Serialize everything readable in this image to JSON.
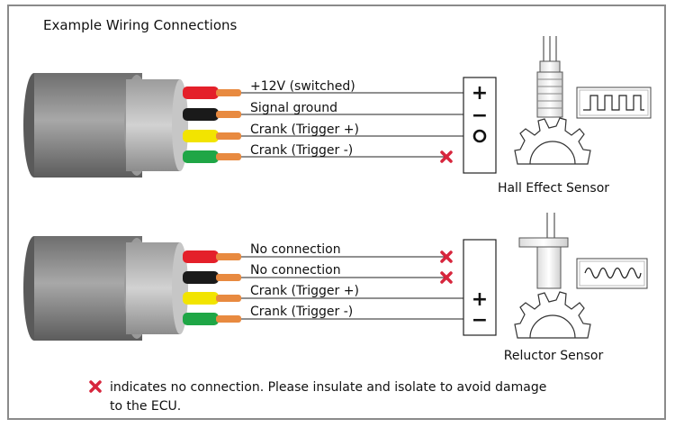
{
  "title": "Example Wiring Connections",
  "hall": {
    "wire_labels": [
      "+12V (switched)",
      "Signal ground",
      "Crank (Trigger +)",
      "Crank (Trigger -)"
    ],
    "terminals": [
      "+",
      "−",
      "O"
    ],
    "sensor_label": "Hall Effect Sensor"
  },
  "reluctor": {
    "wire_labels": [
      "No connection",
      "No connection",
      "Crank (Trigger +)",
      "Crank (Trigger -)"
    ],
    "terminals": [
      "+",
      "−"
    ],
    "sensor_label": "Reluctor Sensor"
  },
  "footnote": {
    "line1": "indicates no connection. Please insulate and isolate to avoid damage",
    "line2": "to the ECU."
  },
  "colors": {
    "wire_red": "#e4202a",
    "wire_black": "#1a1a1a",
    "wire_yellow": "#f2e400",
    "wire_green": "#1fa646",
    "copper": "#e88a40",
    "x_mark": "#d7263d"
  }
}
